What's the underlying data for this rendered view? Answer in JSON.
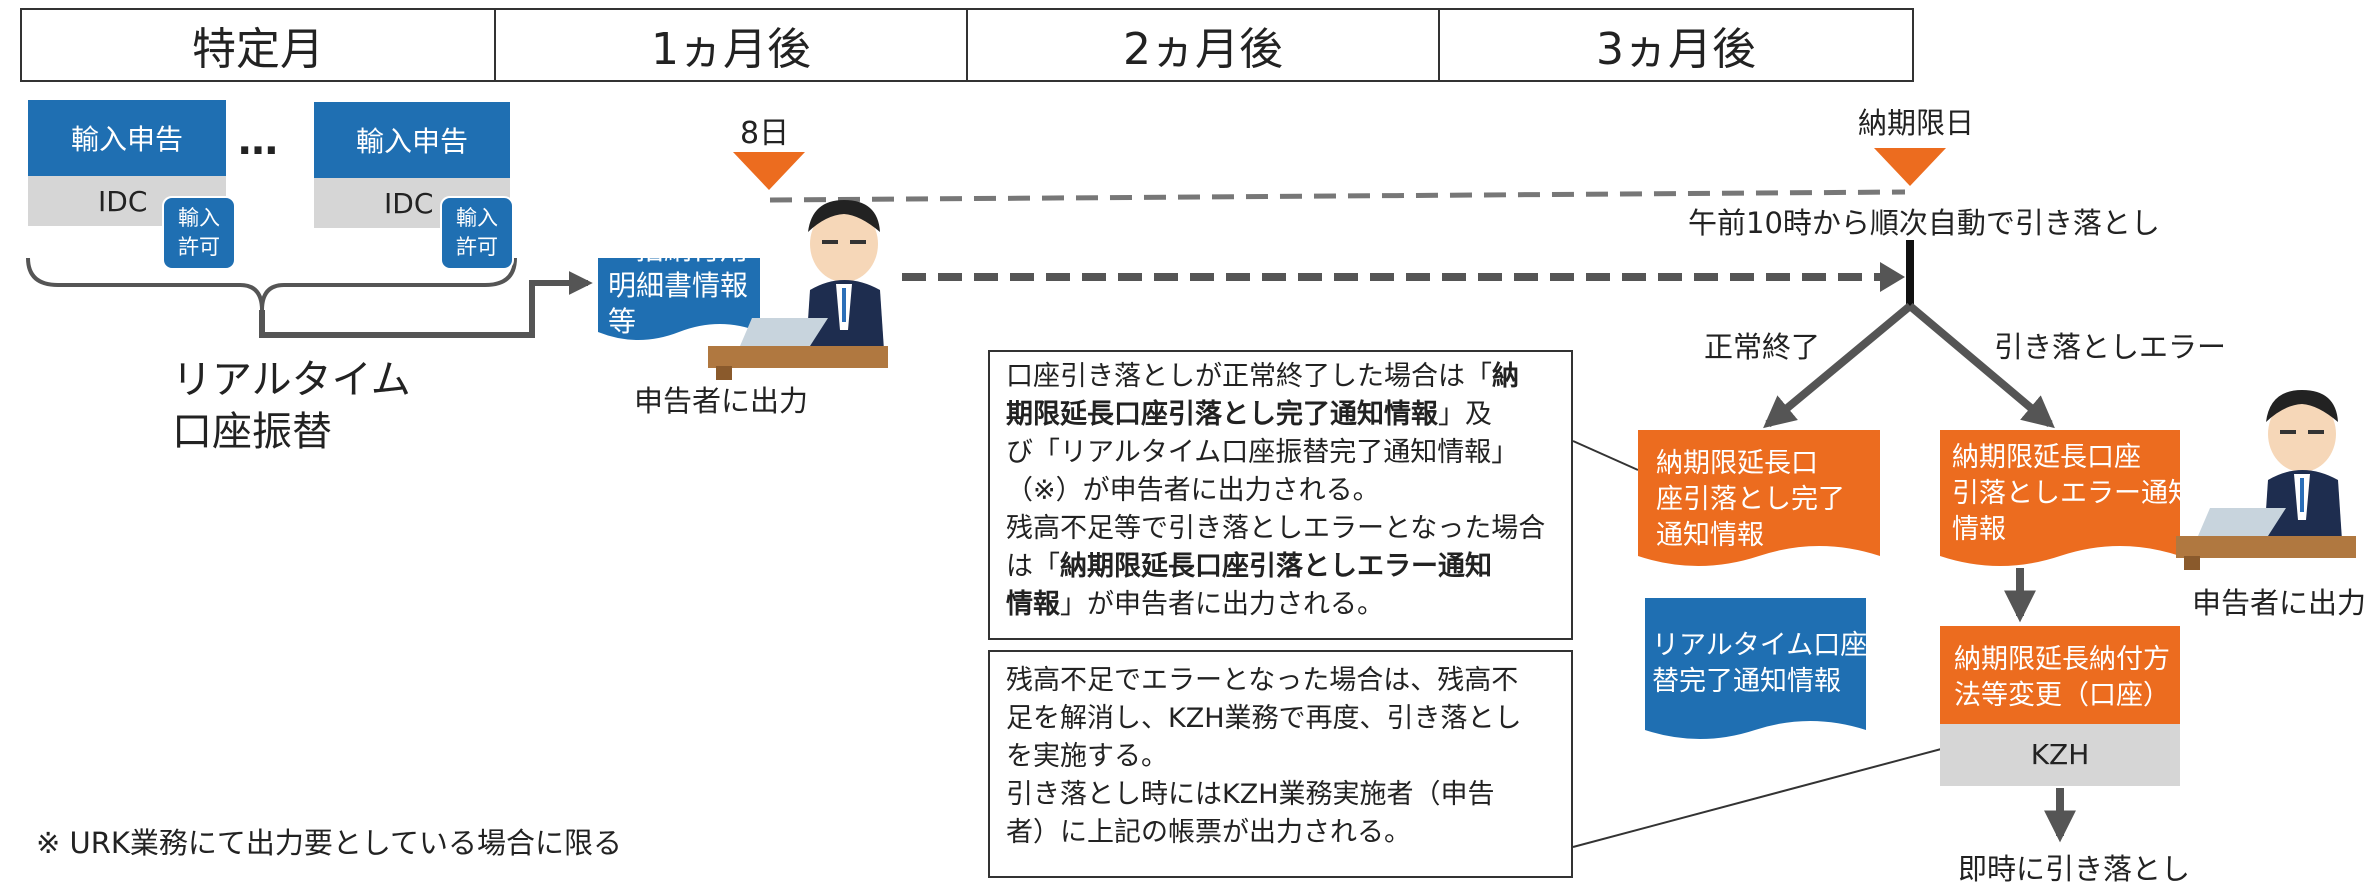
{
  "timeline": {
    "cells": [
      "特定月",
      "1ヵ月後",
      "2ヵ月後",
      "3ヵ月後"
    ]
  },
  "import": {
    "declaration_label": "輸入申告",
    "idc_label": "IDC",
    "permit_label": [
      "輸入",
      "許可"
    ],
    "ellipsis": "…",
    "realtime_label": [
      "リアルタイム",
      "口座振替"
    ]
  },
  "day8": {
    "label": "8日"
  },
  "deadline": {
    "label": "納期限日",
    "auto_debit": "午前10時から順次自動で引き落とし",
    "normal_end": "正常終了",
    "error_end": "引き落としエラー"
  },
  "docs": {
    "bulk_payment": [
      "一括納付用",
      "明細書情報",
      "等"
    ],
    "completion": [
      "納期限延長口",
      "座引落とし完了",
      "通知情報"
    ],
    "error_notice": [
      "納期限延長口座",
      "引落としエラー通知",
      "情報"
    ],
    "realtime_completion": [
      "リアルタイム口座振",
      "替完了通知情報"
    ],
    "change_method": [
      "納期限延長納付方",
      "法等変更（口座）"
    ],
    "kzh": "KZH"
  },
  "declarant": {
    "output_label_left": "申告者に出力",
    "output_label_right": "申告者に出力"
  },
  "notes": {
    "note1": [
      [
        {
          "t": "口座引き落としが正常終了した場合は「"
        },
        {
          "t": "納",
          "b": true
        }
      ],
      [
        {
          "t": "期限延長口座引落とし完了通知情報",
          "b": true
        },
        {
          "t": "」及"
        }
      ],
      [
        {
          "t": "び「リアルタイム口座振替完了通知情報」"
        }
      ],
      [
        {
          "t": "（※）が申告者に出力される。"
        }
      ],
      [
        {
          "t": "残高不足等で引き落としエラーとなった場合"
        }
      ],
      [
        {
          "t": "は「"
        },
        {
          "t": "納期限延長口座引落としエラー通知",
          "b": true
        }
      ],
      [
        {
          "t": "情報",
          "b": true
        },
        {
          "t": "」が申告者に出力される。"
        }
      ]
    ],
    "note2": [
      "残高不足でエラーとなった場合は、残高不",
      "足を解消し、KZH業務で再度、引き落とし",
      "を実施する。",
      "引き落とし時にはKZH業務実施者（申告",
      "者）に上記の帳票が出力される。"
    ],
    "immediate": "即時に引き落とし",
    "footnote": "※ URK業務にて出力要としている場合に限る"
  },
  "colors": {
    "blue": "#1f6fb2",
    "orange": "#ec6c1f",
    "gray": "#d6d6d6",
    "arrow": "#555555"
  }
}
